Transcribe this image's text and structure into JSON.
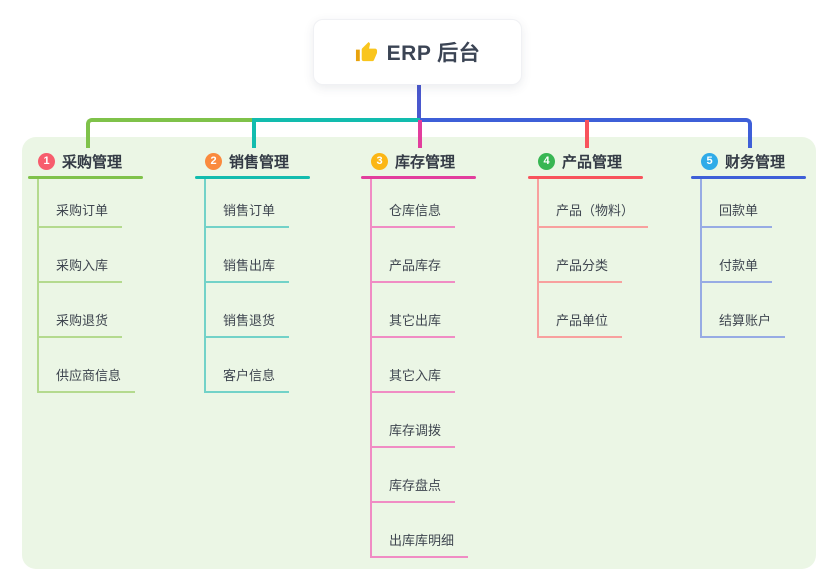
{
  "canvas": {
    "background": "#ffffff",
    "panel_color": "#ebf6e5"
  },
  "root": {
    "icon": "thumbs-up-icon",
    "title": "ERP 后台",
    "line_color": "#4a58ce",
    "icon_colors": {
      "hand": "#f9c51d",
      "cuff": "#e8a20c"
    }
  },
  "branches": [
    {
      "number": "1",
      "label": "采购管理",
      "badge_color": "#f75d6d",
      "line_color": "#7fc24a",
      "child_line_color": "#b4da8e",
      "children": [
        "采购订单",
        "采购入库",
        "采购退货",
        "供应商信息"
      ]
    },
    {
      "number": "2",
      "label": "销售管理",
      "badge_color": "#fa8a3e",
      "line_color": "#12bcae",
      "child_line_color": "#72d2c8",
      "children": [
        "销售订单",
        "销售出库",
        "销售退货",
        "客户信息"
      ]
    },
    {
      "number": "3",
      "label": "库存管理",
      "badge_color": "#fbb615",
      "line_color": "#e23e9d",
      "child_line_color": "#f08cc4",
      "children": [
        "仓库信息",
        "产品库存",
        "其它出库",
        "其它入库",
        "库存调拨",
        "库存盘点",
        "出库库明细"
      ]
    },
    {
      "number": "4",
      "label": "产品管理",
      "badge_color": "#38b653",
      "line_color": "#f8535c",
      "child_line_color": "#f8a09e",
      "children": [
        "产品（物料）",
        "产品分类",
        "产品单位"
      ]
    },
    {
      "number": "5",
      "label": "财务管理",
      "badge_color": "#2fabe8",
      "line_color": "#3e5fd8",
      "child_line_color": "#97abe4",
      "children": [
        "回款单",
        "付款单",
        "结算账户"
      ]
    }
  ]
}
